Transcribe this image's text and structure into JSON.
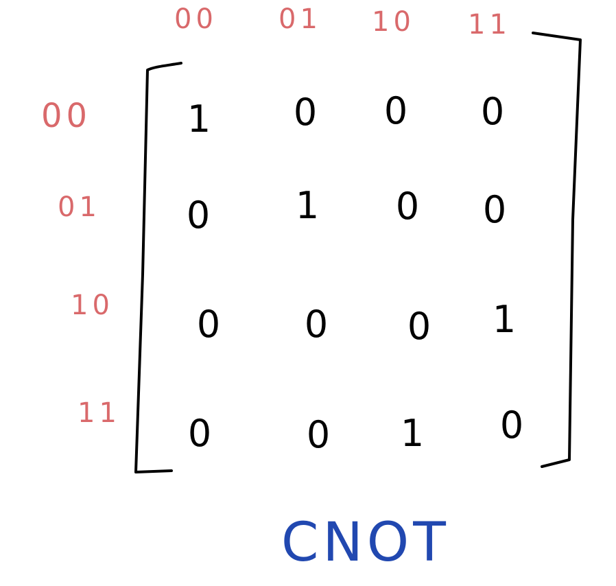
{
  "column_labels": [
    "00",
    "01",
    "10",
    "11"
  ],
  "row_labels": [
    "00",
    "01",
    "10",
    "11"
  ],
  "matrix": [
    [
      "1",
      "0",
      "0",
      "0"
    ],
    [
      "0",
      "1",
      "0",
      "0"
    ],
    [
      "0",
      "0",
      "0",
      "1"
    ],
    [
      "0",
      "0",
      "1",
      "0"
    ]
  ],
  "title": "CNOT",
  "colors": {
    "label": "#d9696b",
    "entry": "#000000",
    "title": "#2148b0",
    "bracket": "#000000"
  }
}
